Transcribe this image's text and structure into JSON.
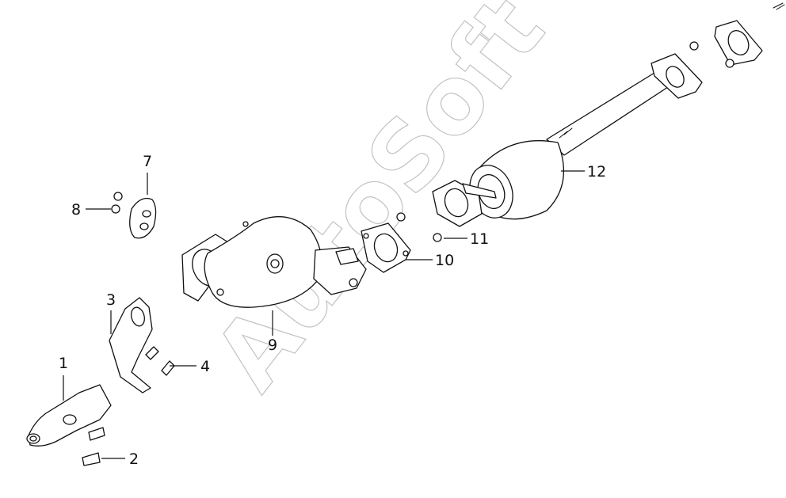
{
  "watermark": "AutoSoft",
  "callouts": {
    "c1": "1",
    "c2": "2",
    "c3": "3",
    "c4": "4",
    "c7": "7",
    "c8": "8",
    "c9": "9",
    "c10": "10",
    "c11": "11",
    "c12": "12"
  },
  "colors": {
    "line": "#111111",
    "watermark": "#b8b8b8",
    "background": "#ffffff"
  }
}
